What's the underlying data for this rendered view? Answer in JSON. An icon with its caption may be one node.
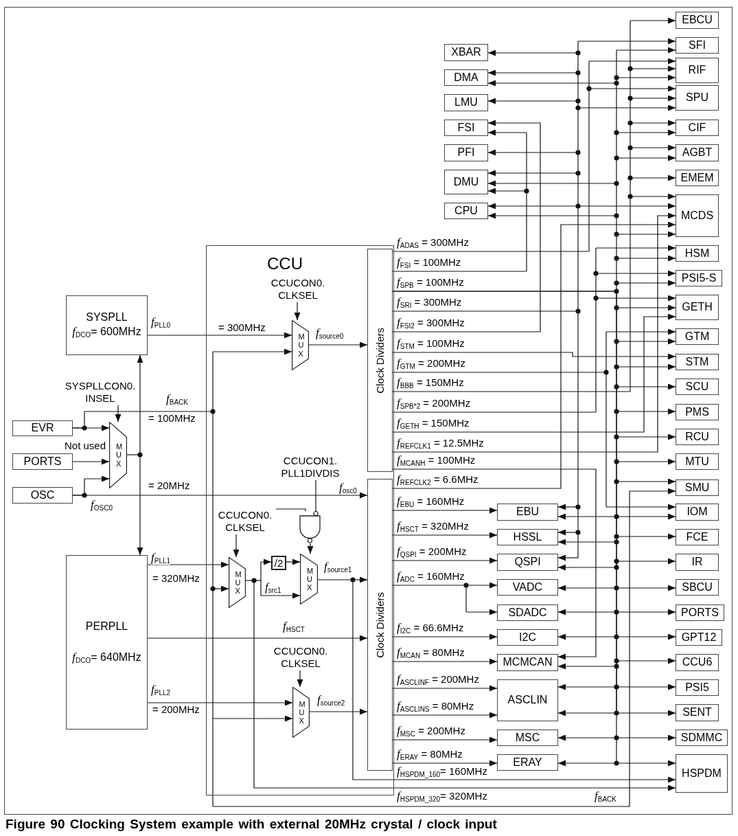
{
  "diagram": {
    "caption": "Figure 90 Clocking System example with external 20MHz crystal / clock input",
    "nodes": [
      {
        "text": [
          "SYSPLL",
          "*f*$_{DCO}$= 600MHz"
        ]
      },
      {
        "text": [
          "SYSPLLCON0. INSEL"
        ]
      },
      {
        "text": [
          "EVR"
        ]
      },
      {
        "text": [
          "PORTS"
        ]
      },
      {
        "text": [
          "OSC"
        ]
      },
      {
        "text": [
          "M U X"
        ]
      },
      {
        "text": [
          "PERPLL",
          "*f*$_{DCO}$= 640MHz"
        ]
      },
      {
        "text": [
          "CCU"
        ]
      },
      {
        "text": [
          "CCUCON0. CLKSEL"
        ],
        "in": 7
      },
      {
        "text": [
          "M U X"
        ],
        "in": 7
      },
      {
        "text": [
          "CCUCON1. PLL1DIVDIS"
        ],
        "in": 7
      },
      {
        "text": [],
        "shape": "gate",
        "in": 7
      },
      {
        "text": [
          "CCUCON0. CLKSEL"
        ],
        "in": 7
      },
      {
        "text": [
          "M U X"
        ],
        "in": 7
      },
      {
        "text": [
          "/2"
        ],
        "in": 7
      },
      {
        "text": [
          "M U X"
        ],
        "in": 7
      },
      {
        "text": [
          "CCUCON0. CLKSEL"
        ],
        "in": 7
      },
      {
        "text": [
          "M U X"
        ],
        "in": 7
      },
      {
        "text": [
          "Clock Dividers"
        ],
        "in": 7
      },
      {
        "text": [
          "Clock Dividers"
        ],
        "in": 7
      },
      {
        "text": [
          "XBAR"
        ]
      },
      {
        "text": [
          "DMA"
        ]
      },
      {
        "text": [
          "LMU"
        ]
      },
      {
        "text": [
          "FSI"
        ]
      },
      {
        "text": [
          "PFI"
        ]
      },
      {
        "text": [
          "DMU"
        ]
      },
      {
        "text": [
          "CPU"
        ]
      },
      {
        "text": [
          "EBU"
        ]
      },
      {
        "text": [
          "HSSL"
        ]
      },
      {
        "text": [
          "QSPI"
        ]
      },
      {
        "text": [
          "VADC"
        ]
      },
      {
        "text": [
          "SDADC"
        ]
      },
      {
        "text": [
          "I2C"
        ]
      },
      {
        "text": [
          "MCMCAN"
        ]
      },
      {
        "text": [
          "ASCLIN"
        ]
      },
      {
        "text": [
          "MSC"
        ]
      },
      {
        "text": [
          "ERAY"
        ]
      },
      {
        "text": [
          "EBCU"
        ]
      },
      {
        "text": [
          "SFI"
        ]
      },
      {
        "text": [
          "RIF"
        ]
      },
      {
        "text": [
          "SPU"
        ]
      },
      {
        "text": [
          "CIF"
        ]
      },
      {
        "text": [
          "AGBT"
        ]
      },
      {
        "text": [
          "EMEM"
        ]
      },
      {
        "text": [
          "MCDS"
        ]
      },
      {
        "text": [
          "HSM"
        ]
      },
      {
        "text": [
          "PSI5-S"
        ]
      },
      {
        "text": [
          "GETH"
        ]
      },
      {
        "text": [
          "GTM"
        ]
      },
      {
        "text": [
          "STM"
        ]
      },
      {
        "text": [
          "SCU"
        ]
      },
      {
        "text": [
          "PMS"
        ]
      },
      {
        "text": [
          "RCU"
        ]
      },
      {
        "text": [
          "MTU"
        ]
      },
      {
        "text": [
          "SMU"
        ]
      },
      {
        "text": [
          "IOM"
        ]
      },
      {
        "text": [
          "FCE"
        ]
      },
      {
        "text": [
          "IR"
        ]
      },
      {
        "text": [
          "SBCU"
        ]
      },
      {
        "text": [
          "PORTS"
        ]
      },
      {
        "text": [
          "GPT12"
        ]
      },
      {
        "text": [
          "CCU6"
        ]
      },
      {
        "text": [
          "PSI5"
        ]
      },
      {
        "text": [
          "SENT"
        ]
      },
      {
        "text": [
          "SDMMC"
        ]
      },
      {
        "text": [
          "HSPDM"
        ]
      }
    ],
    "edges": [
      {
        "from": 1,
        "to": 5,
        "arrow": "to"
      },
      {
        "from": 2,
        "to": 5,
        "arrow": "to"
      },
      {
        "from": 3,
        "to": 5,
        "arrow": "to"
      },
      {
        "from": 4,
        "to": 5,
        "arrow": "to"
      },
      {
        "from": 5,
        "to": 0,
        "arrow": "to"
      },
      {
        "from": 5,
        "to": 6,
        "arrow": "to"
      },
      {
        "from": 0,
        "to": 9,
        "arrow": "to",
        "label": "*f*$_{PLL0}$"
      },
      {
        "from": 2,
        "to": 9,
        "arrow": "to",
        "label": "*f*$_{BACK}$"
      },
      {
        "from": 2,
        "to": 13,
        "arrow": "to"
      },
      {
        "from": 2,
        "to": 17,
        "arrow": "to"
      },
      {
        "from": 2,
        "to": 54,
        "arrow": "to",
        "label": "*f*$_{BACK}$"
      },
      {
        "from": 4,
        "to": 19,
        "arrow": "to",
        "label": "= 20MHz"
      },
      {
        "from": 8,
        "to": 9,
        "arrow": "to"
      },
      {
        "from": 9,
        "to": 18,
        "arrow": "to",
        "label": "*f*$_{source0}$"
      },
      {
        "from": 10,
        "to": 11,
        "arrow": "none"
      },
      {
        "from": 12,
        "to": 11,
        "arrow": "none"
      },
      {
        "from": 12,
        "to": 13,
        "arrow": "to"
      },
      {
        "from": 6,
        "to": 13,
        "arrow": "to",
        "label": "*f*$_{PLL1}$"
      },
      {
        "from": 13,
        "to": 14,
        "arrow": "to"
      },
      {
        "from": 13,
        "to": 15,
        "arrow": "to",
        "label": "*f*$_{src1}$"
      },
      {
        "from": 14,
        "to": 15,
        "arrow": "to"
      },
      {
        "from": 11,
        "to": 15,
        "arrow": "to"
      },
      {
        "from": 15,
        "to": 19,
        "arrow": "to",
        "label": "*f*$_{source1}$"
      },
      {
        "from": 6,
        "to": 19,
        "arrow": "to",
        "label": "*f*$_{HSCT}$"
      },
      {
        "from": 16,
        "to": 17,
        "arrow": "to"
      },
      {
        "from": 6,
        "to": 17,
        "arrow": "to",
        "label": "*f*$_{PLL2}$"
      },
      {
        "from": 17,
        "to": 19,
        "arrow": "to",
        "label": "*f*$_{source2}$"
      },
      {
        "from": 15,
        "to": 65,
        "arrow": "to",
        "label": "*f*$_{HSPDM_160}$= 160MHz"
      },
      {
        "from": 13,
        "to": 65,
        "arrow": "to",
        "label": "*f*$_{HSPDM_320}$= 320MHz"
      },
      {
        "from": 18,
        "to": 39,
        "arrow": "to",
        "label": "*f*$_{ADAS}$ = 300MHz"
      },
      {
        "from": 18,
        "to": 40,
        "arrow": "to"
      },
      {
        "from": 18,
        "to": 23,
        "arrow": "to",
        "label": "*f*$_{FSI}$ = 100MHz"
      },
      {
        "from": 18,
        "to": 25,
        "arrow": "to"
      },
      {
        "from": 18,
        "to": 38,
        "arrow": "to",
        "label": "*f*$_{SPB}$ = 100MHz"
      },
      {
        "from": 18,
        "to": 39,
        "arrow": "to"
      },
      {
        "from": 18,
        "to": 21,
        "arrow": "to"
      },
      {
        "from": 18,
        "to": 41,
        "arrow": "to"
      },
      {
        "from": 18,
        "to": 42,
        "arrow": "to"
      },
      {
        "from": 18,
        "to": 25,
        "arrow": "to"
      },
      {
        "from": 18,
        "to": 26,
        "arrow": "to"
      },
      {
        "from": 18,
        "to": 44,
        "arrow": "to"
      },
      {
        "from": 18,
        "to": 45,
        "arrow": "to"
      },
      {
        "from": 18,
        "to": 46,
        "arrow": "to"
      },
      {
        "from": 18,
        "to": 47,
        "arrow": "to"
      },
      {
        "from": 18,
        "to": 48,
        "arrow": "to"
      },
      {
        "from": 18,
        "to": 49,
        "arrow": "to"
      },
      {
        "from": 18,
        "to": 50,
        "arrow": "to"
      },
      {
        "from": 18,
        "to": 51,
        "arrow": "to"
      },
      {
        "from": 18,
        "to": 52,
        "arrow": "to"
      },
      {
        "from": 18,
        "to": 53,
        "arrow": "to"
      },
      {
        "from": 18,
        "to": 54,
        "arrow": "to"
      },
      {
        "from": 18,
        "to": 55,
        "arrow": "to"
      },
      {
        "from": 18,
        "to": 27,
        "arrow": "to"
      },
      {
        "from": 18,
        "to": 56,
        "arrow": "to"
      },
      {
        "from": 18,
        "to": 28,
        "arrow": "to"
      },
      {
        "from": 18,
        "to": 57,
        "arrow": "to"
      },
      {
        "from": 18,
        "to": 29,
        "arrow": "to"
      },
      {
        "from": 18,
        "to": 30,
        "arrow": "to"
      },
      {
        "from": 18,
        "to": 58,
        "arrow": "to"
      },
      {
        "from": 18,
        "to": 31,
        "arrow": "to"
      },
      {
        "from": 18,
        "to": 59,
        "arrow": "to"
      },
      {
        "from": 18,
        "to": 32,
        "arrow": "to"
      },
      {
        "from": 18,
        "to": 60,
        "arrow": "to"
      },
      {
        "from": 18,
        "to": 61,
        "arrow": "to"
      },
      {
        "from": 18,
        "to": 33,
        "arrow": "to"
      },
      {
        "from": 18,
        "to": 34,
        "arrow": "to"
      },
      {
        "from": 18,
        "to": 62,
        "arrow": "to"
      },
      {
        "from": 18,
        "to": 34,
        "arrow": "to"
      },
      {
        "from": 18,
        "to": 63,
        "arrow": "to"
      },
      {
        "from": 18,
        "to": 35,
        "arrow": "to"
      },
      {
        "from": 18,
        "to": 64,
        "arrow": "to"
      },
      {
        "from": 18,
        "to": 36,
        "arrow": "to"
      },
      {
        "from": 18,
        "to": 65,
        "arrow": "to"
      },
      {
        "from": 18,
        "to": 38,
        "arrow": "to",
        "label": "*f*$_{SRI}$ = 300MHz"
      },
      {
        "from": 18,
        "to": 20,
        "arrow": "to"
      },
      {
        "from": 18,
        "to": 21,
        "arrow": "to"
      },
      {
        "from": 18,
        "to": 22,
        "arrow": "to"
      },
      {
        "from": 18,
        "to": 40,
        "arrow": "to"
      },
      {
        "from": 18,
        "to": 24,
        "arrow": "to"
      },
      {
        "from": 18,
        "to": 25,
        "arrow": "to"
      },
      {
        "from": 18,
        "to": 26,
        "arrow": "to"
      },
      {
        "from": 18,
        "to": 44,
        "arrow": "to"
      },
      {
        "from": 18,
        "to": 27,
        "arrow": "to"
      },
      {
        "from": 18,
        "to": 28,
        "arrow": "to"
      },
      {
        "from": 18,
        "to": 29,
        "arrow": "to"
      },
      {
        "from": 18,
        "to": 23,
        "arrow": "to",
        "label": "*f*$_{FSI2}$ = 300MHz"
      },
      {
        "from": 18,
        "to": 49,
        "arrow": "to",
        "label": "*f*$_{STM}$ = 100MHz"
      },
      {
        "from": 18,
        "to": 48,
        "arrow": "to",
        "label": "*f*$_{GTM}$ = 200MHz"
      },
      {
        "from": 18,
        "to": 55,
        "arrow": "to"
      },
      {
        "from": 18,
        "to": 37,
        "arrow": "to",
        "label": "*f*$_{BBB}$ = 150MHz"
      },
      {
        "from": 18,
        "to": 39,
        "arrow": "to"
      },
      {
        "from": 18,
        "to": 40,
        "arrow": "to"
      },
      {
        "from": 18,
        "to": 41,
        "arrow": "to"
      },
      {
        "from": 18,
        "to": 42,
        "arrow": "to"
      },
      {
        "from": 18,
        "to": 43,
        "arrow": "to"
      },
      {
        "from": 18,
        "to": 44,
        "arrow": "to"
      },
      {
        "from": 18,
        "to": 45,
        "arrow": "to",
        "label": "*f*$_{SPB*2}$ = 200MHz"
      },
      {
        "from": 18,
        "to": 46,
        "arrow": "to"
      },
      {
        "from": 18,
        "to": 47,
        "arrow": "to"
      },
      {
        "from": 18,
        "to": 47,
        "arrow": "to",
        "label": "*f*$_{GETH}$ = 150MHz"
      },
      {
        "from": 18,
        "to": 44,
        "arrow": "to",
        "label": "*f*$_{REFCLK1}$ = 12.5MHz"
      },
      {
        "from": 18,
        "to": 33,
        "arrow": "to",
        "label": "*f*$_{MCANH}$ = 100MHz"
      },
      {
        "from": 19,
        "to": 44,
        "arrow": "to",
        "label": "*f*$_{REFCLK2}$ = 6.6MHz"
      },
      {
        "from": 19,
        "to": 27,
        "arrow": "to",
        "label": "*f*$_{EBU}$ = 160MHz"
      },
      {
        "from": 19,
        "to": 28,
        "arrow": "to",
        "label": "*f*$_{HSCT}$ = 320MHz"
      },
      {
        "from": 19,
        "to": 29,
        "arrow": "to",
        "label": "*f*$_{QSPI}$ = 200MHz"
      },
      {
        "from": 19,
        "to": 30,
        "arrow": "to",
        "label": "*f*$_{ADC}$ = 160MHz"
      },
      {
        "from": 19,
        "to": 31,
        "arrow": "to"
      },
      {
        "from": 19,
        "to": 32,
        "arrow": "to",
        "label": "*f*$_{I2C}$ = 66.6MHz"
      },
      {
        "from": 19,
        "to": 33,
        "arrow": "to",
        "label": "*f*$_{MCAN}$ = 80MHz"
      },
      {
        "from": 19,
        "to": 34,
        "arrow": "to",
        "label": "*f*$_{ASCLINF}$ = 200MHz"
      },
      {
        "from": 19,
        "to": 34,
        "arrow": "to",
        "label": "*f*$_{ASCLINS}$ = 80MHz"
      },
      {
        "from": 19,
        "to": 35,
        "arrow": "to",
        "label": "*f*$_{MSC}$ = 200MHz"
      },
      {
        "from": 19,
        "to": 36,
        "arrow": "to",
        "label": "*f*$_{ERAY}$ = 80MHz"
      }
    ],
    "labels": [
      "= 300MHz",
      "= 100MHz",
      "Not used",
      "*f*$_{osc0}$",
      "*f*$_{OSC0}$",
      "= 320MHz",
      "= 200MHz"
    ]
  }
}
